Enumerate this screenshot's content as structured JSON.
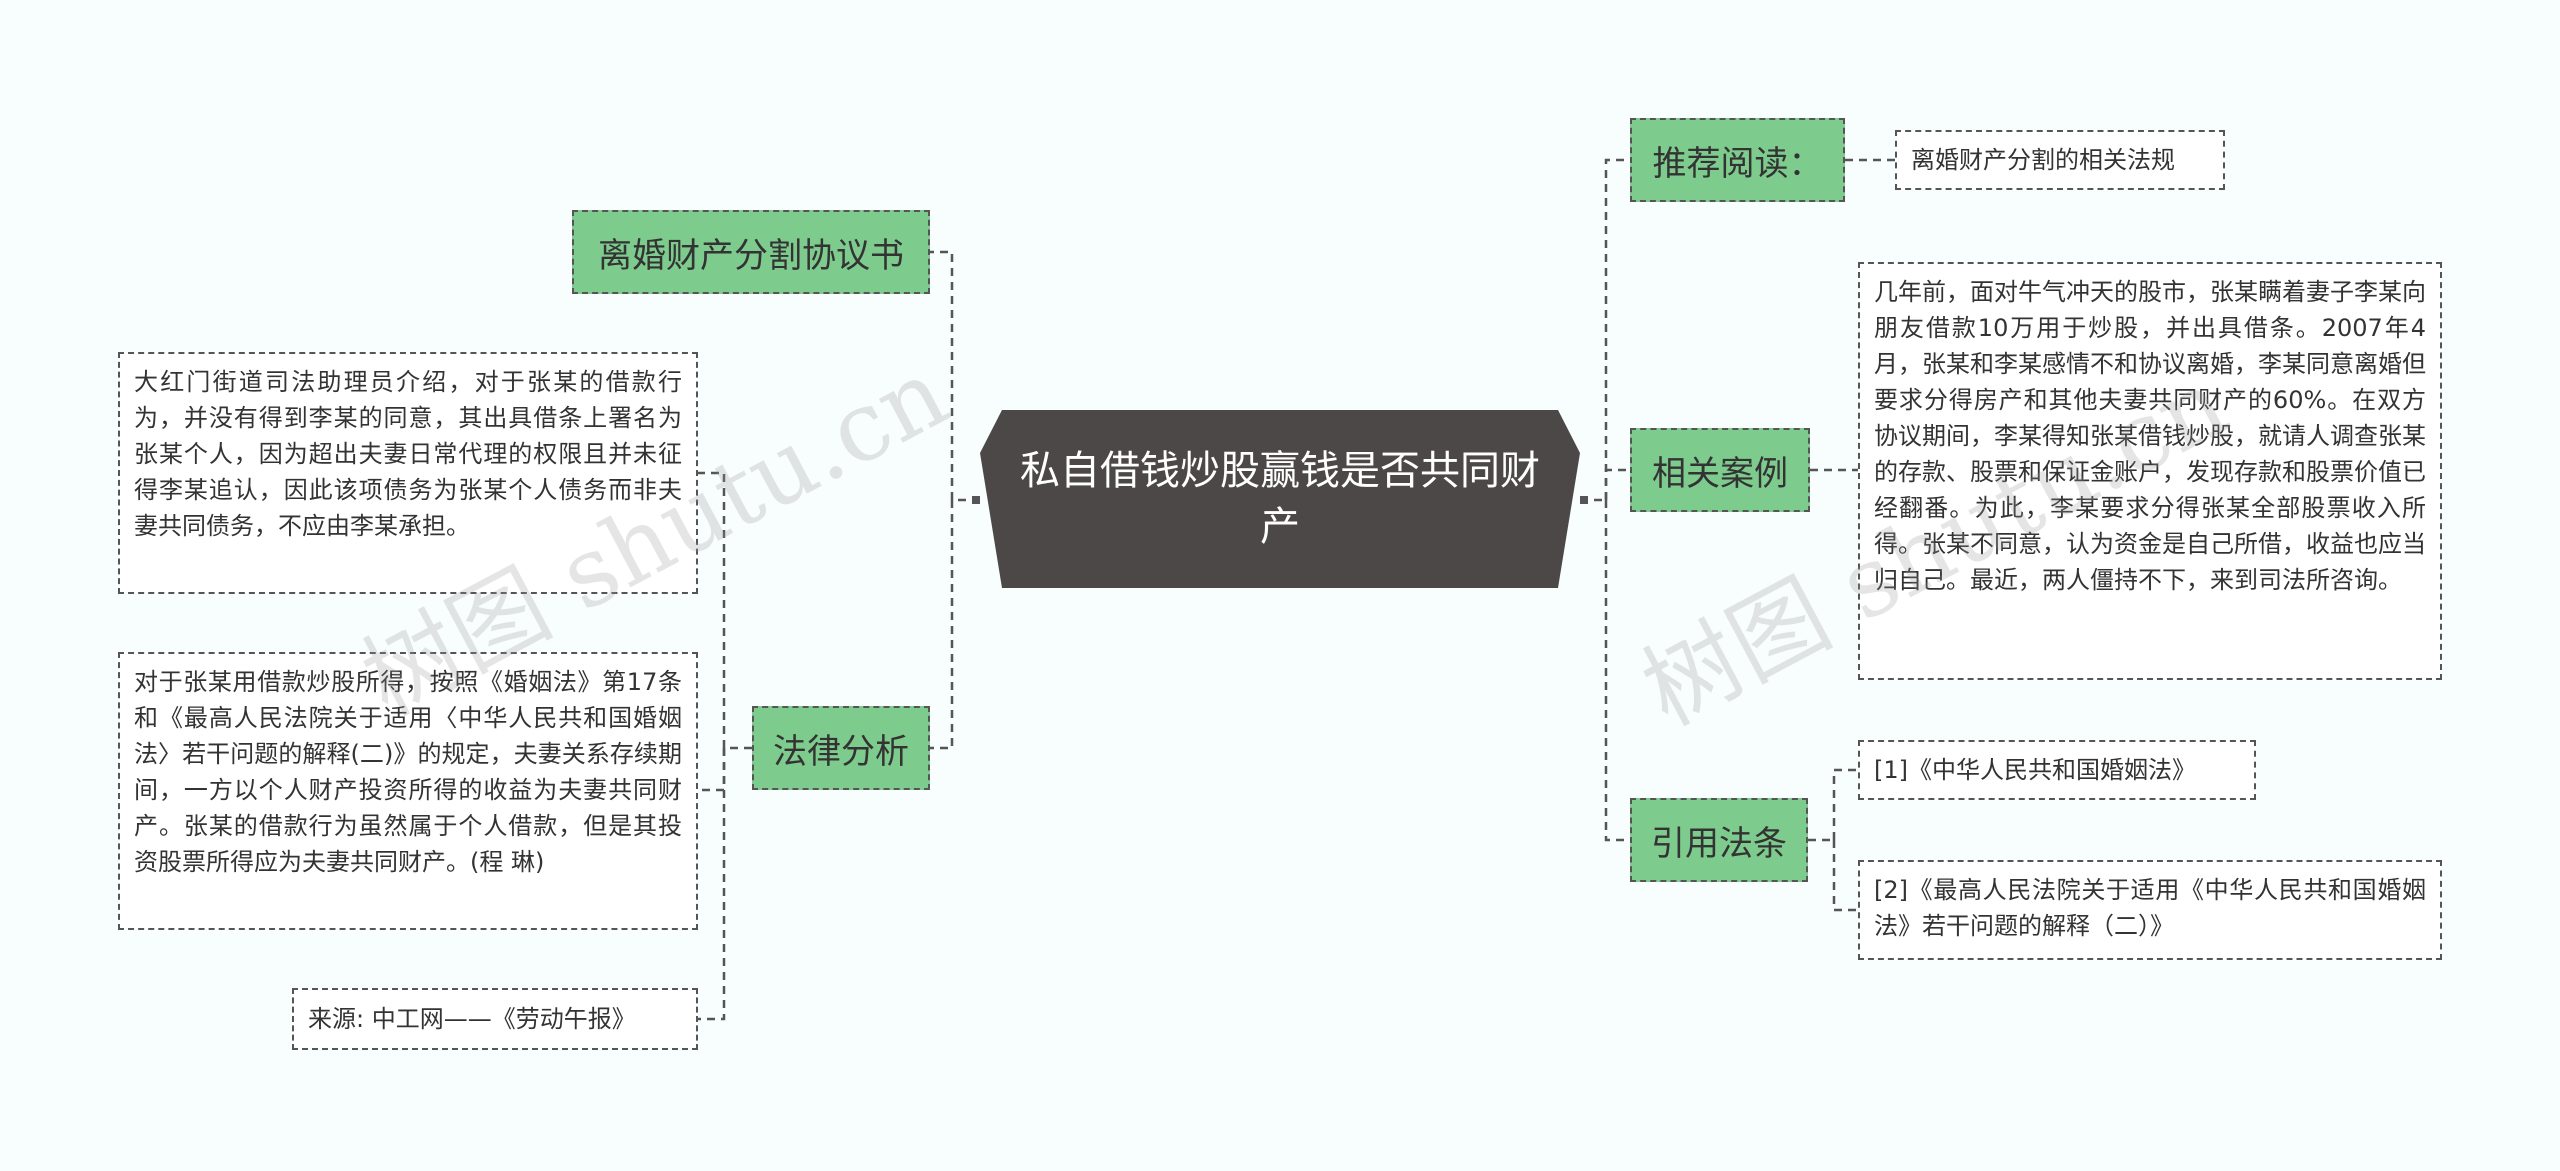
{
  "central_topic": "私自借钱炒股赢钱是否共同财产",
  "left": {
    "agreement": "离婚财产分割协议书",
    "legal_analysis": {
      "label": "法律分析",
      "paragraph1": "大红门街道司法助理员介绍，对于张某的借款行为，并没有得到李某的同意，其出具借条上署名为张某个人，因为超出夫妻日常代理的权限且并未征得李某追认，因此该项债务为张某个人债务而非夫妻共同债务，不应由李某承担。",
      "paragraph2": "对于张某用借款炒股所得，按照《婚姻法》第17条和《最高人民法院关于适用〈中华人民共和国婚姻法〉若干问题的解释(二)》的规定，夫妻关系存续期间，一方以个人财产投资所得的收益为夫妻共同财产。张某的借款行为虽然属于个人借款，但是其投资股票所得应为夫妻共同财产。(程 琳)",
      "source": "来源: 中工网——《劳动午报》"
    }
  },
  "right": {
    "recommended": {
      "label": "推荐阅读：",
      "item": "离婚财产分割的相关法规"
    },
    "case": {
      "label": "相关案例",
      "text": "几年前，面对牛气冲天的股市，张某瞒着妻子李某向朋友借款10万用于炒股，并出具借条。2007年4月，张某和李某感情不和协议离婚，李某同意离婚但要求分得房产和其他夫妻共同财产的60%。在双方协议期间，李某得知张某借钱炒股，就请人调查张某的存款、股票和保证金账户，发现存款和股票价值已经翻番。为此，李某要求分得张某全部股票收入所得。张某不同意，认为资金是自己所借，收益也应当归自己。最近，两人僵持不下，来到司法所咨询。"
    },
    "laws": {
      "label": "引用法条",
      "item1": "[1]《中华人民共和国婚姻法》",
      "item2": "[2]《最高人民法院关于适用《中华人民共和国婚姻法》若干问题的解释（二）》"
    }
  },
  "watermarks": [
    "树图 shutu.cn",
    "树图 shutu.cn"
  ],
  "colors": {
    "central": "#4d4848",
    "topic": "#7ecb8e",
    "background": "#f8fdfd",
    "line": "#555555"
  }
}
